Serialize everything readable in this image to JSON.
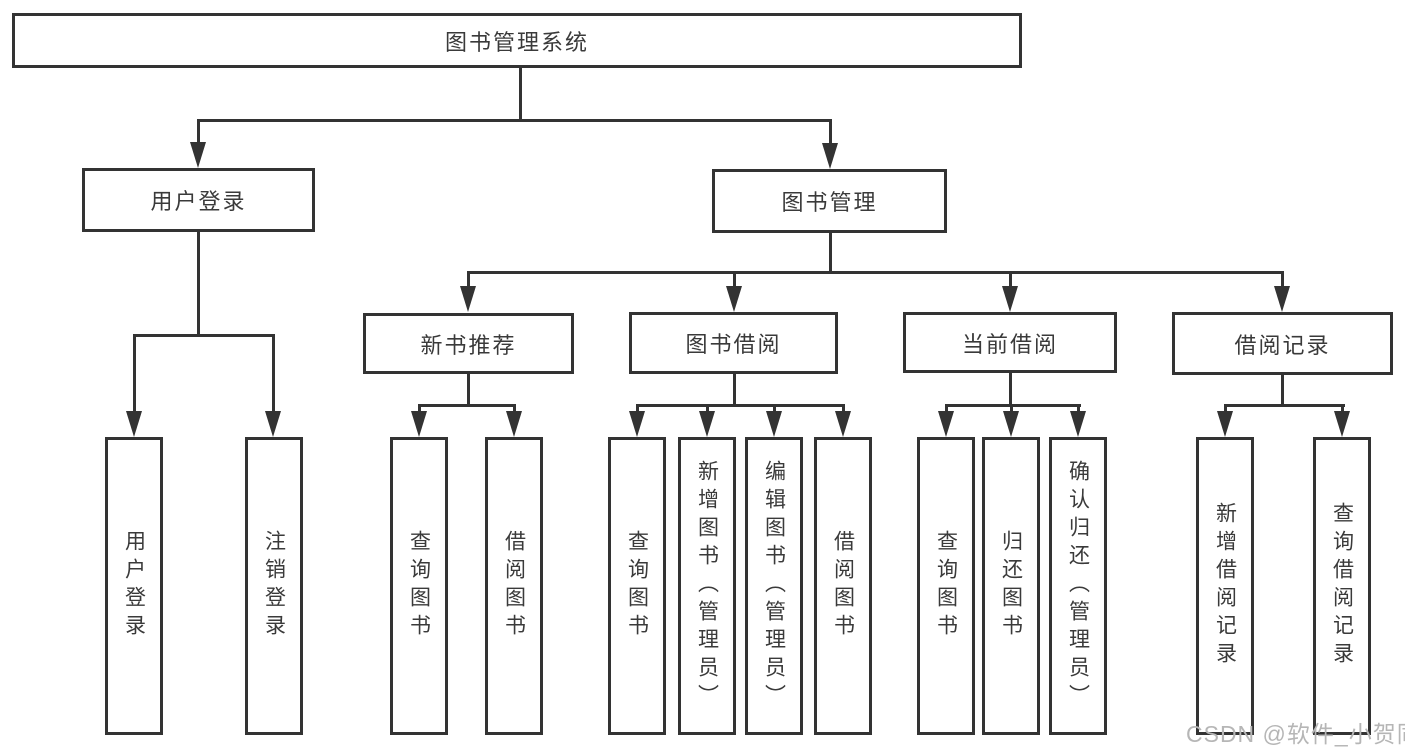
{
  "diagram": {
    "type": "hierarchy-tree",
    "nodes": {
      "root": "图书管理系统",
      "user_login": "用户登录",
      "book_mgmt": "图书管理",
      "new_book_rec": "新书推荐",
      "book_borrow": "图书借阅",
      "current_borrow": "当前借阅",
      "borrow_records": "借阅记录",
      "ul_user_login": "用户登录",
      "ul_logout": "注销登录",
      "nbr_query": "查询图书",
      "nbr_borrow": "借阅图书",
      "bb_query": "查询图书",
      "bb_add": "新增图书（管理员）",
      "bb_edit": "编辑图书（管理员）",
      "bb_borrow": "借阅图书",
      "cb_query": "查询图书",
      "cb_return": "归还图书",
      "cb_confirm": "确认归还（管理员）",
      "br_add": "新增借阅记录",
      "br_query": "查询借阅记录"
    },
    "hierarchy": {
      "图书管理系统": [
        "用户登录",
        "图书管理"
      ],
      "用户登录": [
        "用户登录",
        "注销登录"
      ],
      "图书管理": [
        "新书推荐",
        "图书借阅",
        "当前借阅",
        "借阅记录"
      ],
      "新书推荐": [
        "查询图书",
        "借阅图书"
      ],
      "图书借阅": [
        "查询图书",
        "新增图书（管理员）",
        "编辑图书（管理员）",
        "借阅图书"
      ],
      "当前借阅": [
        "查询图书",
        "归还图书",
        "确认归还（管理员）"
      ],
      "借阅记录": [
        "新增借阅记录",
        "查询借阅记录"
      ]
    },
    "colors": {
      "line": "#333333",
      "text": "#3a3a3a",
      "background": "#ffffff",
      "watermark": "#b6b6b6"
    }
  },
  "watermark": {
    "text": "CSDN @软件_小贺同学"
  }
}
